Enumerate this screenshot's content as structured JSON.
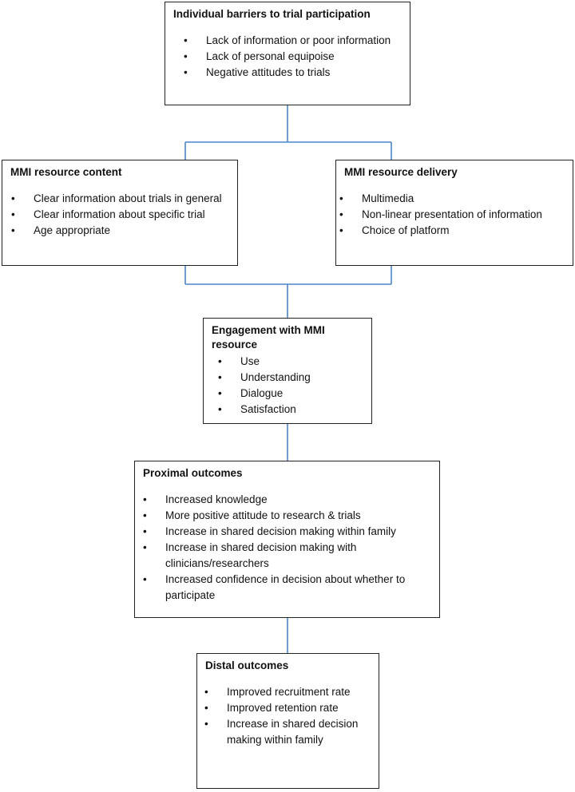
{
  "boxes": {
    "barriers": {
      "title": "Individual barriers to trial participation",
      "items": [
        "Lack of information or poor information",
        "Lack of personal equipoise",
        "Negative attitudes to trials"
      ]
    },
    "content": {
      "title": "MMI resource content",
      "items": [
        "Clear information about trials in general",
        "Clear information about specific trial",
        "Age appropriate"
      ]
    },
    "delivery": {
      "title": "MMI resource delivery",
      "items": [
        "Multimedia",
        "Non-linear presentation of information",
        "Choice of platform"
      ]
    },
    "engagement": {
      "title": "Engagement with MMI resource",
      "items": [
        "Use",
        "Understanding",
        "Dialogue",
        "Satisfaction"
      ]
    },
    "proximal": {
      "title": "Proximal outcomes",
      "items": [
        "Increased knowledge",
        "More positive attitude to research & trials",
        "Increase in shared decision making within family",
        "Increase in shared decision making with clinicians/researchers",
        "Increased confidence in decision about whether to participate"
      ]
    },
    "distal": {
      "title": "Distal outcomes",
      "items": [
        "Improved recruitment rate",
        "Improved retention rate",
        "Increase in shared decision making within family"
      ]
    }
  },
  "colors": {
    "connector": "#4a86c8",
    "border": "#222222"
  }
}
